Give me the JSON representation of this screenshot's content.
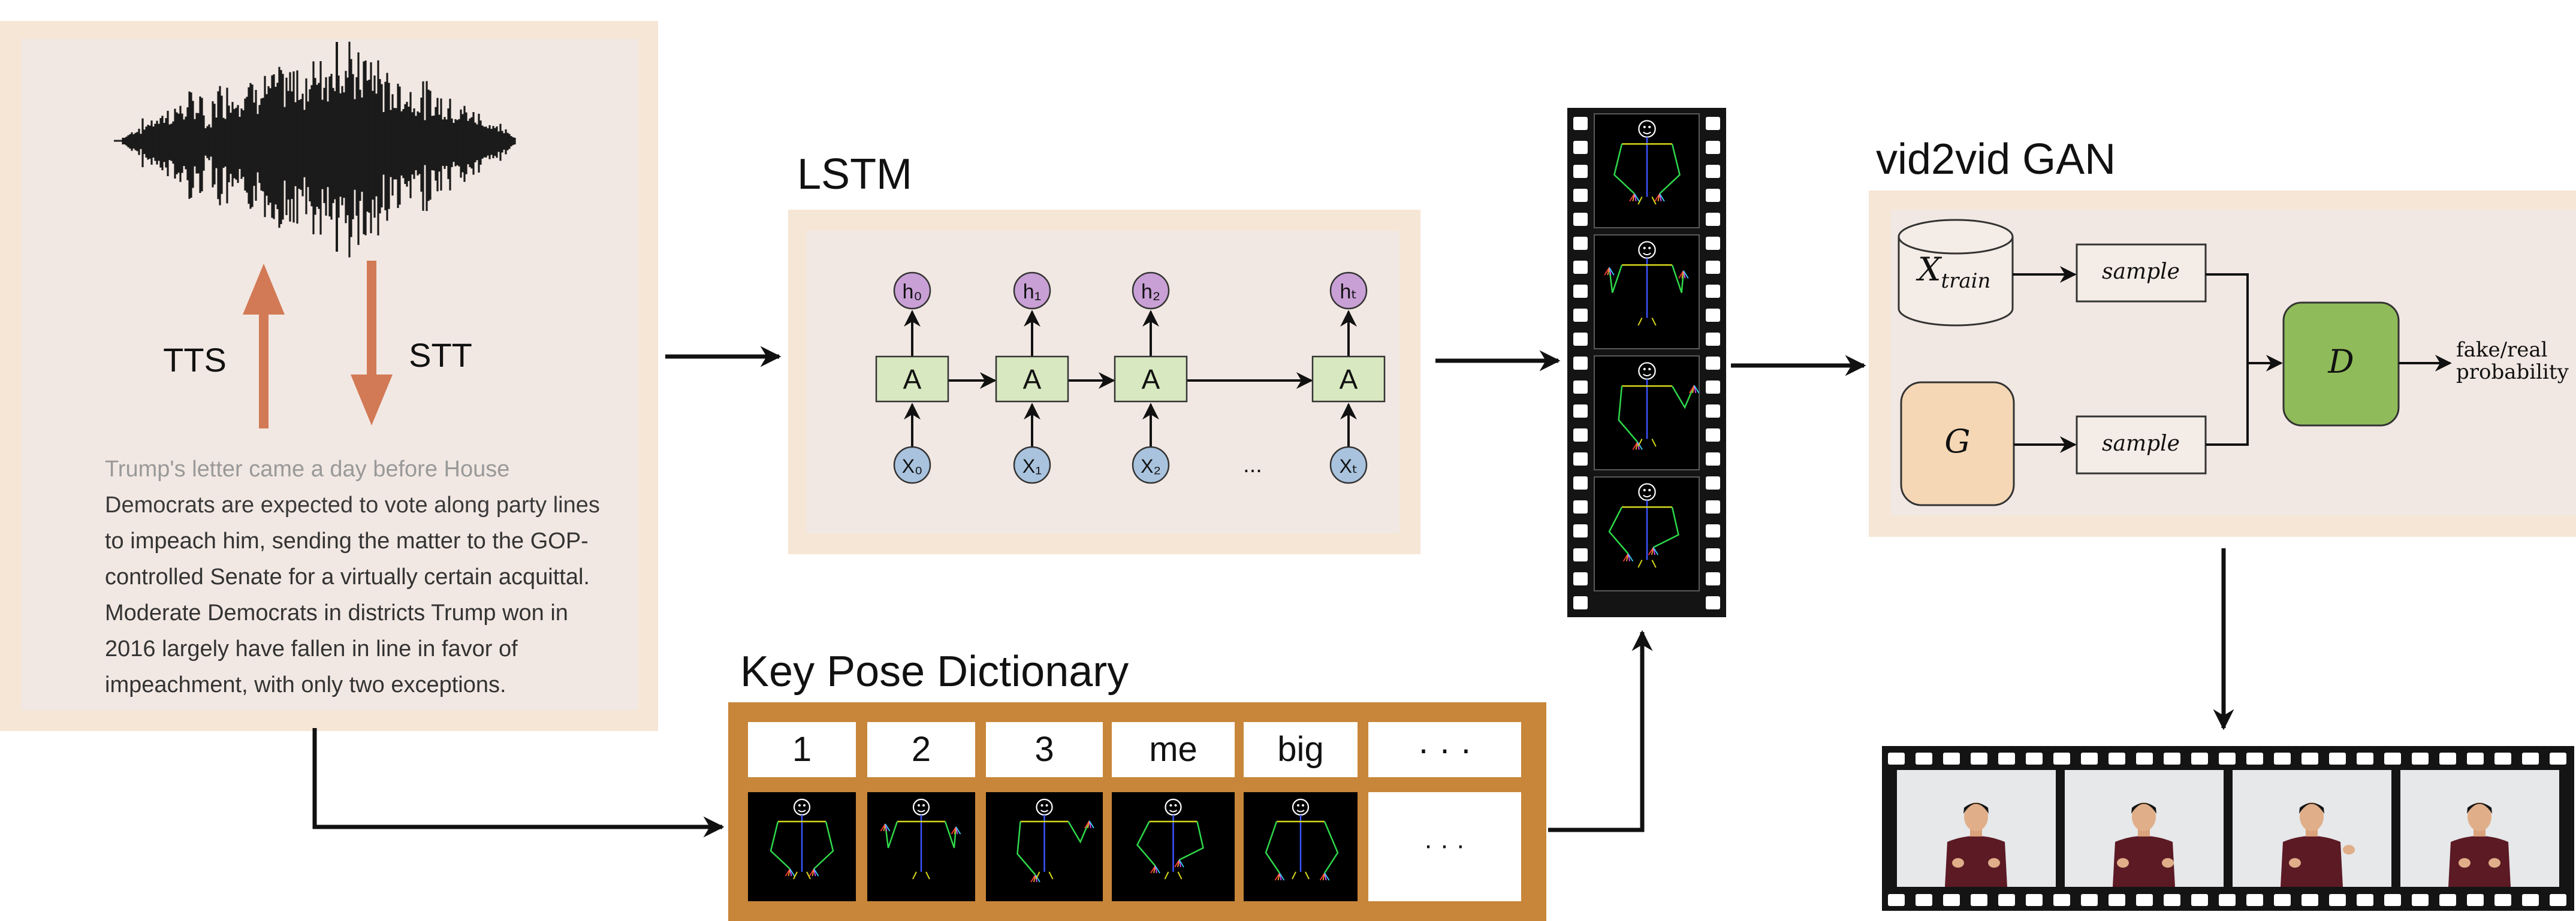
{
  "input_panel": {
    "tts_label": "TTS",
    "stt_label": "STT",
    "arrow_color": "#d27a55",
    "panel_color": "#f2e6dc",
    "text_lines": [
      "Trump's letter came a day before House",
      "Democrats are expected to vote along party lines",
      "to impeach him, sending the matter to the GOP-",
      "controlled Senate for a virtually certain acquittal.",
      "Moderate Democrats in districts Trump won in",
      "2016 largely have fallen in line in favor of",
      "impeachment, with only two exceptions."
    ]
  },
  "lstm": {
    "title": "LSTM",
    "cells": [
      "A",
      "A",
      "A",
      "A"
    ],
    "hidden_states": [
      "h₀",
      "h₁",
      "h₂",
      "hₜ"
    ],
    "inputs": [
      "X₀",
      "X₁",
      "X₂",
      "Xₜ"
    ],
    "ellipsis": "...",
    "cell_color": "#d8e8c0",
    "hidden_color": "#c9a0d6",
    "input_color": "#a9c3de"
  },
  "dictionary": {
    "title": "Key Pose Dictionary",
    "keys": [
      "1",
      "2",
      "3",
      "me",
      "big",
      "· · ·"
    ],
    "more": "· · ·",
    "frame_color": "#c8863a"
  },
  "gan": {
    "title": "vid2vid GAN",
    "x_train_label": "X",
    "x_train_sub": "train",
    "sample_label": "sample",
    "generator_label": "G",
    "discriminator_label": "D",
    "output_line1": "fake/real",
    "output_line2": "probability",
    "generator_color": "#f5d7b5",
    "discriminator_color": "#8fbb5a"
  }
}
